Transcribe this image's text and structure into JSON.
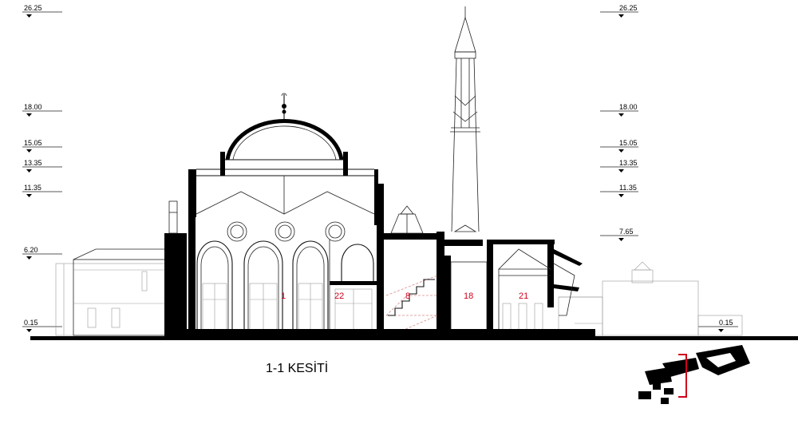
{
  "title": "1-1 KESİTİ",
  "levels_left": [
    "26.25",
    "18.00",
    "15.05",
    "13.35",
    "11.35",
    "6.20",
    "0.15"
  ],
  "levels_right": [
    "26.25",
    "18.00",
    "15.05",
    "13.35",
    "11.35",
    "7.65",
    "0.15"
  ],
  "rooms": {
    "r1": "1",
    "r22": "22",
    "r8": "8",
    "r18": "18",
    "r21": "21"
  },
  "colors": {
    "line": "#000000",
    "room_label": "#d0021b",
    "section_marker": "#d0021b"
  }
}
